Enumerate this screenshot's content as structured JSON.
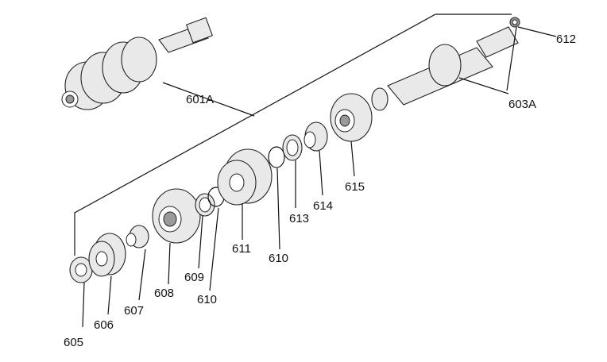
{
  "labels": {
    "p601A": "601A",
    "p603A": "603A",
    "p605": "605",
    "p606": "606",
    "p607": "607",
    "p608": "608",
    "p609": "609",
    "p610a": "610",
    "p610b": "610",
    "p611": "611",
    "p612": "612",
    "p613": "613",
    "p614": "614",
    "p615": "615"
  },
  "colors": {
    "line": "#111111",
    "part_fill": "#e9e9e9",
    "shadow": "#9a9a9a"
  }
}
